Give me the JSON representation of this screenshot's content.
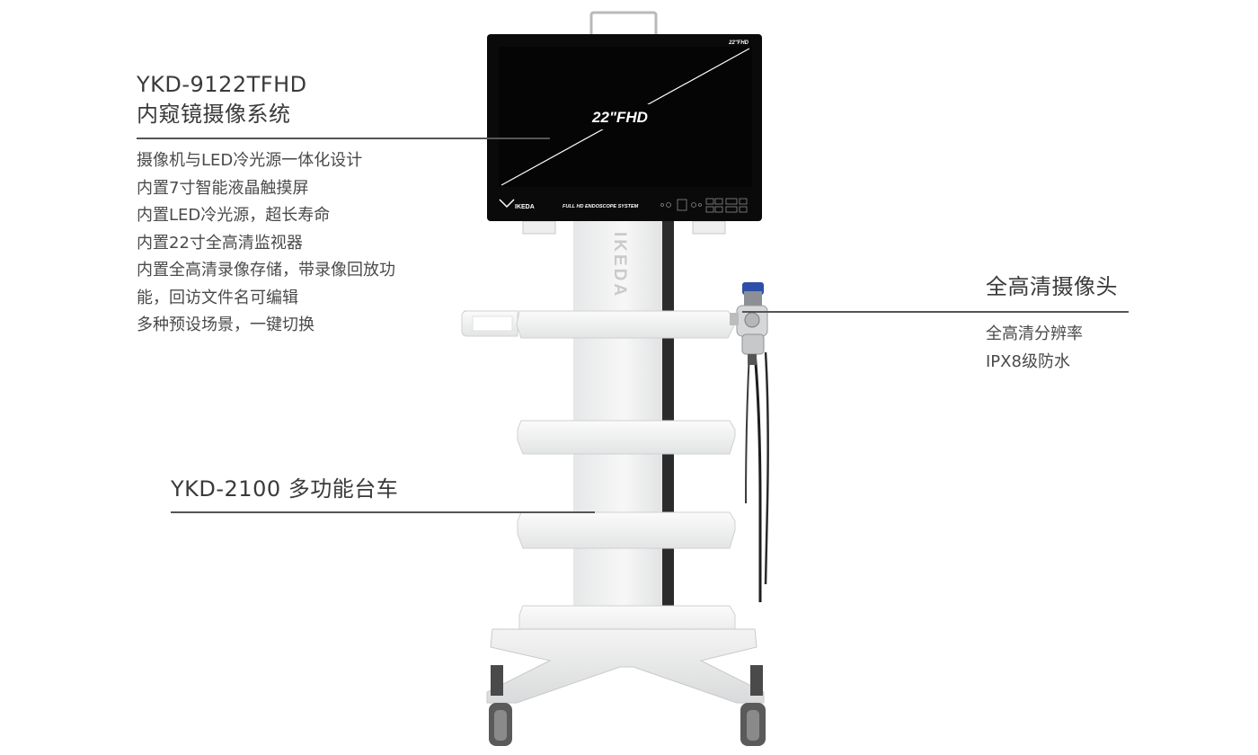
{
  "left_callout": {
    "model": "YKD-9122TFHD",
    "name": "内窥镜摄像系统",
    "features": [
      "摄像机与LED冷光源一体化设计",
      "内置7寸智能液晶触摸屏",
      "内置LED冷光源，超长寿命",
      "内置22寸全高清监视器",
      "内置全高清录像存储，带录像回放功",
      "能，回访文件名可编辑",
      "多种预设场景，一键切换"
    ]
  },
  "cart_callout": {
    "label": "YKD-2100 多功能台车"
  },
  "camera_callout": {
    "title": "全高清摄像头",
    "features": [
      "全高清分辨率",
      "IPX8级防水"
    ]
  },
  "monitor": {
    "screen_label": "22\"FHD",
    "corner_label": "22\"FHD",
    "brand": "IKEDA",
    "system_label": "FULL HD ENDOSCOPE SYSTEM"
  },
  "cart": {
    "pole_brand": "IKEDA"
  },
  "colors": {
    "text": "#3a3a3a",
    "leader": "#555555",
    "screen": "#050505",
    "cart": "#f2f3f3",
    "camera_accent": "#2e4fa8"
  }
}
